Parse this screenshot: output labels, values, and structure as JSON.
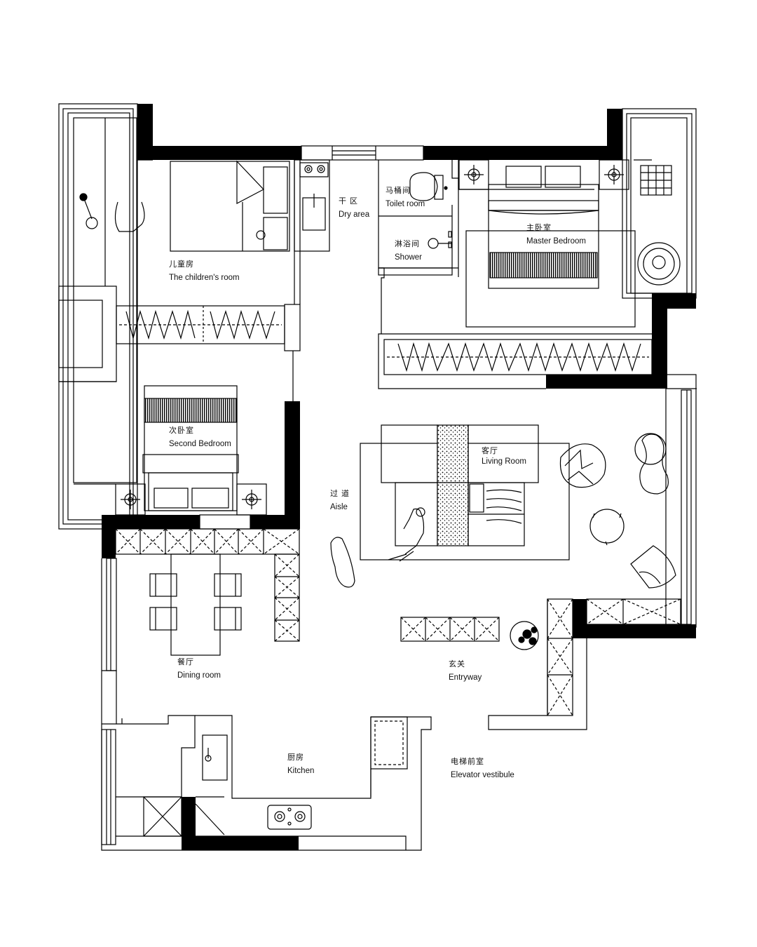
{
  "rooms": {
    "childrens_room": {
      "cn": "儿童房",
      "en": "The children's room"
    },
    "dry_area": {
      "cn": "干 区",
      "en": "Dry area"
    },
    "toilet_room": {
      "cn": "马桶间",
      "en": "Toilet room"
    },
    "shower": {
      "cn": "淋浴间",
      "en": "Shower"
    },
    "master_bedroom": {
      "cn": "主卧室",
      "en": "Master Bedroom"
    },
    "second_bedroom": {
      "cn": "次卧室",
      "en": "Second Bedroom"
    },
    "aisle": {
      "cn": "过 道",
      "en": "Aisle"
    },
    "living_room": {
      "cn": "客厅",
      "en": "Living Room"
    },
    "dining_room": {
      "cn": "餐厅",
      "en": "Dining room"
    },
    "entryway": {
      "cn": "玄关",
      "en": "Entryway"
    },
    "kitchen": {
      "cn": "厨房",
      "en": "Kitchen"
    },
    "elevator_vestibule": {
      "cn": "电梯前室",
      "en": "Elevator vestibule"
    }
  },
  "colors": {
    "wall": "#000000",
    "line": "#000000",
    "background": "#ffffff"
  }
}
